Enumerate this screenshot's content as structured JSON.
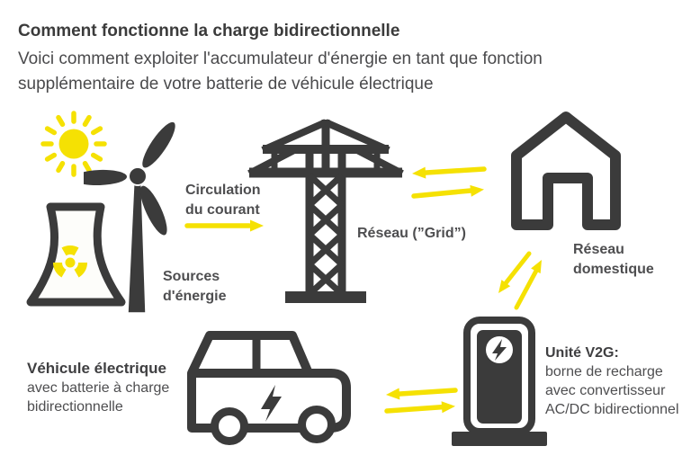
{
  "page": {
    "title": "Comment fonctionne la charge bidirectionnelle",
    "subtitle": "Voici comment exploiter l'accumulateur d'énergie en tant que fonction supplémentaire de votre batterie de véhicule électrique"
  },
  "labels": {
    "flow_line1": "Circulation",
    "flow_line2": "du courant",
    "grid": "Réseau (”Grid”)",
    "home_line1": "Réseau",
    "home_line2": "domestique",
    "sources_line1": "Sources",
    "sources_line2": "d'énergie",
    "vehicle_line1": "Véhicule électrique",
    "vehicle_line2": "avec batterie à charge",
    "vehicle_line3": "bidirectionnelle",
    "v2g_line1": "Unité V2G:",
    "v2g_line2": "borne de recharge",
    "v2g_line3": "avec convertisseur",
    "v2g_line4": "AC/DC bidirectionnel"
  },
  "icons": {
    "sun": "sun-icon",
    "wind_turbine": "wind-turbine-icon",
    "nuclear_plant": "nuclear-plant-icon",
    "radiation": "radiation-icon",
    "pylon": "electricity-pylon-icon",
    "house": "house-icon",
    "car": "electric-car-icon",
    "car_bolt": "lightning-bolt-icon",
    "charger": "v2g-charger-icon",
    "charger_bolt": "lightning-bolt-icon"
  },
  "arrows": [
    {
      "name": "sources-to-grid",
      "direction": "right"
    },
    {
      "name": "house-to-grid",
      "direction": "left"
    },
    {
      "name": "grid-to-house",
      "direction": "right"
    },
    {
      "name": "house-to-charger",
      "direction": "down-left"
    },
    {
      "name": "charger-to-house",
      "direction": "up-right"
    },
    {
      "name": "charger-to-car",
      "direction": "left"
    },
    {
      "name": "car-to-charger",
      "direction": "right"
    }
  ],
  "colors": {
    "accent_yellow": "#F5E103",
    "icon_dark": "#3B3B3B",
    "title_text": "#3B3B3B",
    "body_text": "#4E4E50",
    "background": "#FFFFFF"
  }
}
